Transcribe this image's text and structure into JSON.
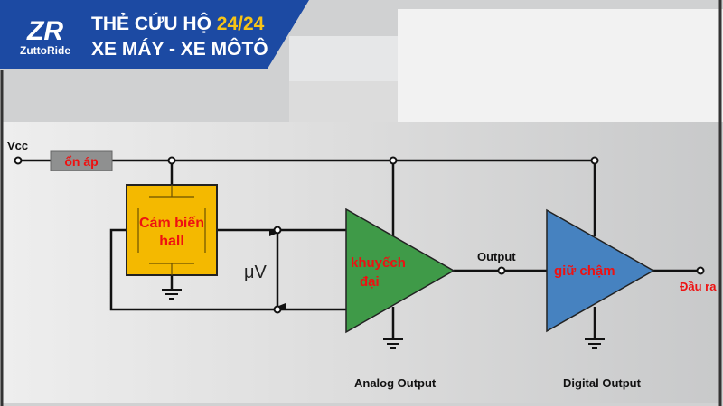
{
  "banner": {
    "logo_mark": "ZR",
    "logo_text": "ZuttoRide",
    "line1_prefix": "THẺ CỨU HỘ ",
    "line1_highlight": "24/24",
    "line2": "XE MÁY - XE MÔTÔ"
  },
  "diagram": {
    "vcc_label": "Vcc",
    "regulator_label": "ổn áp",
    "hall_sensor_label_1": "Cảm biến",
    "hall_sensor_label_2": "hall",
    "voltage_label": "μV",
    "amplifier_label_1": "khuyếch",
    "amplifier_label_2": "đại",
    "output_label": "Output",
    "delay_label": "giữ chậm",
    "out_label": "Đầu ra",
    "analog_output_label": "Analog Output",
    "digital_output_label": "Digital Output"
  },
  "colors": {
    "banner_blue": "#1c4aa3",
    "highlight_yellow": "#f7c417",
    "hall_yellow": "#f4b900",
    "amplifier_green": "#3f9a48",
    "delay_blue": "#4682c0",
    "label_red": "#ee1111"
  }
}
